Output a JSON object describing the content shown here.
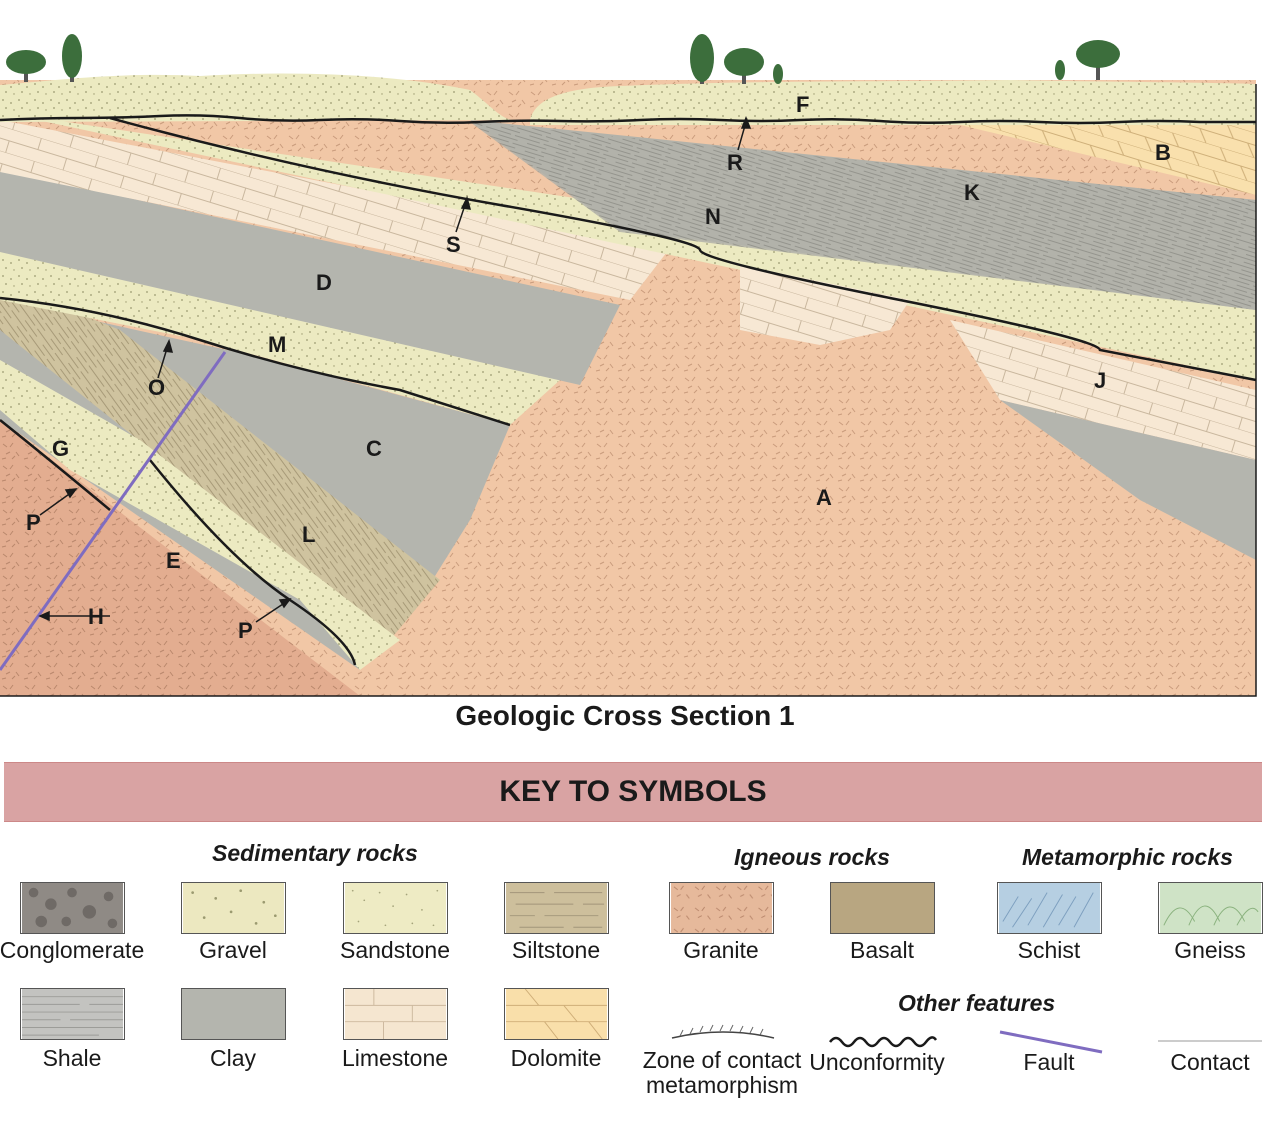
{
  "figure": {
    "title": "Geologic Cross Section 1",
    "labels": [
      "F",
      "R",
      "B",
      "K",
      "N",
      "S",
      "D",
      "M",
      "O",
      "G",
      "P",
      "E",
      "H",
      "P",
      "L",
      "C",
      "A",
      "J"
    ]
  },
  "key": {
    "heading": "KEY TO SYMBOLS",
    "groups": {
      "sedimentary": "Sedimentary rocks",
      "igneous": "Igneous rocks",
      "metamorphic": "Metamorphic rocks",
      "other": "Other features"
    },
    "rows": [
      [
        {
          "name": "Conglomerate",
          "color": "#8f8a85"
        },
        {
          "name": "Gravel",
          "color": "#ece8c0"
        },
        {
          "name": "Sandstone",
          "color": "#eeebc4"
        },
        {
          "name": "Siltstone",
          "color": "#cdbf9c"
        },
        {
          "name": "Granite",
          "color": "#e6b99b"
        },
        {
          "name": "Basalt",
          "color": "#b8a681"
        },
        {
          "name": "Schist",
          "color": "#b6cfe2"
        },
        {
          "name": "Gneiss",
          "color": "#cfe3c6"
        }
      ],
      [
        {
          "name": "Shale",
          "color": "#c3c3c0"
        },
        {
          "name": "Clay",
          "color": "#b4b5ae"
        },
        {
          "name": "Limestone",
          "color": "#f5e6d0"
        },
        {
          "name": "Dolomite",
          "color": "#f9dfaa"
        }
      ]
    ],
    "features": [
      {
        "name": "Zone of contact metamorphism"
      },
      {
        "name": "Unconformity"
      },
      {
        "name": "Fault",
        "color": "#7f6cc0"
      },
      {
        "name": "Contact"
      }
    ]
  }
}
